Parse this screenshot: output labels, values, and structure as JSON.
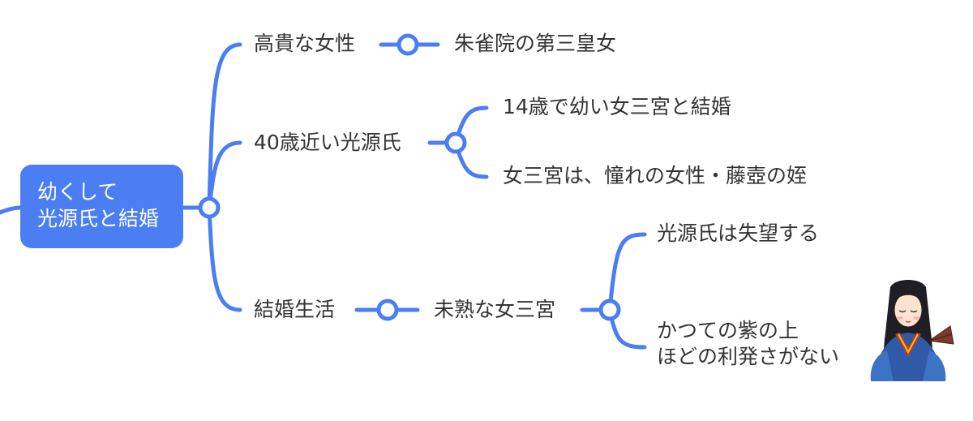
{
  "colors": {
    "accent": "#4a7ef2",
    "text": "#333333",
    "background": "#ffffff"
  },
  "root": {
    "line1": "幼くして",
    "line2": "光源氏と結婚"
  },
  "branches": {
    "noble": {
      "label": "高貴な女性",
      "child": "朱雀院の第三皇女"
    },
    "genji40": {
      "label": "40歳近い光源氏",
      "child1": "14歳で幼い女三宮と結婚",
      "child2": "女三宮は、憧れの女性・藤壺の姪"
    },
    "marriage": {
      "label": "結婚生活",
      "child": "未熟な女三宮",
      "sub1": "光源氏は失望する",
      "sub2_line1": "かつての紫の上",
      "sub2_line2": "ほどの利発さがない"
    }
  },
  "illustration": "heian-princess-illustration"
}
